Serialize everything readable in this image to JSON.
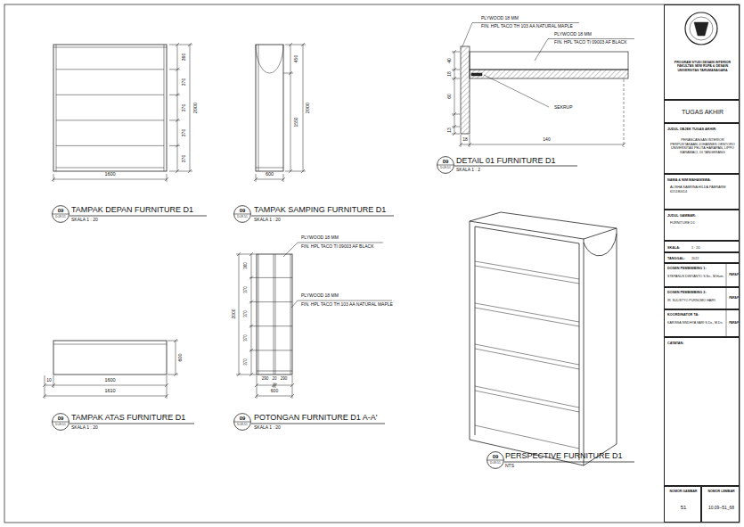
{
  "diagram": {
    "nodes": [
      {
        "text": [
          "09",
          "D.09-51"
        ]
      },
      {
        "text": [
          "09",
          "D.09-51"
        ]
      },
      {
        "text": [
          "09",
          "D.09-51"
        ]
      },
      {
        "text": [
          "09",
          "D.09-51"
        ]
      },
      {
        "text": [
          "09",
          "D.09-51"
        ]
      },
      {
        "text": [
          "09",
          "D.09-51"
        ]
      },
      {
        "text": [
          "PROGRAM STUDI DESAIN INTERIOR FAKULTAS SENI RUPA & DESAIN UNIVERSITAS TARUMANAGARA"
        ]
      },
      {
        "text": [
          "TUGAS AKHIR"
        ]
      },
      {
        "text": [
          "JUDUL OBJEK TUGAS AKHIR:",
          "PERANCANGAN INTERIOR PERPUSTAKAAN JOHANNES OENTORO UNIVERSITAS PELITA HARAPAN, LIPPO KARAWACI, DI TANGERANG"
        ]
      },
      {
        "text": [
          "NAMA & NIM MAHASISWA:",
          "ALISHA SABRINA HILDA PABRARM 615180014"
        ]
      },
      {
        "text": [
          "JUDUL GAMBAR:",
          "FURNITURE D1"
        ]
      },
      {
        "text": [
          "SKALA:",
          "1 : 20"
        ]
      },
      {
        "text": [
          "TANGGAL:",
          "2022"
        ]
      },
      {
        "text": [
          "DOSEN PEMBIMBING 1:",
          "STEPANUS DWIYANTO S.Sn., M.Hum.",
          "PARAF"
        ]
      },
      {
        "text": [
          "DOSEN PEMBIMBING 2:",
          "IR. SULISTYO PURNOMO HAIRI",
          "PARAF"
        ]
      },
      {
        "text": [
          "KOORDINATOR TA:",
          "KARISSA SINDHYA SARI S.Ds., M.Ds.",
          "PARAF"
        ]
      },
      {
        "text": [
          "CATATAN:"
        ]
      },
      {
        "text": [
          "NOMOR GAMBAR",
          "51"
        ]
      },
      {
        "text": [
          "NOMOR LEMBAR",
          "10.09–51_68"
        ]
      }
    ],
    "labels": [
      "360",
      "370",
      "370",
      "370",
      "370",
      "2000",
      "1600",
      "TAMPAK DEPAN FURNITURE D1",
      "SKALA 1 : 20",
      "450",
      "1550",
      "2000",
      "600",
      "TAMPAK SAMPING FURNITURE D1",
      "SKALA 1 : 20",
      "PLYWOOD 18 MM",
      "FIN. HPL TACO TH 103 AA NATURAL MAPLE",
      "PLYWOOD 18 MM",
      "FIN. HPL TACO TI 09003 AF BLACK",
      "SEKRUP",
      "40",
      "18",
      "60",
      "13",
      "18",
      "140",
      "DETAIL 01 FURNITURE D1",
      "SKALA 1 : 2",
      "10",
      "1600",
      "1610",
      "600",
      "TAMPAK ATAS FURNITURE D1",
      "SKALA 1 : 20",
      "360",
      "370",
      "370",
      "370",
      "370",
      "2000",
      "290",
      "20",
      "290",
      "600",
      "PLYWOOD 18 MM",
      "FIN. HPL TACO TI 09003 AF BLACK",
      "PLYWOOD 18 MM",
      "FIN. HPL TACO TH 103 AA NATURAL MAPLE",
      "POTONGAN FURNITURE D1 A-A'",
      "SKALA 1 : 20",
      "PERSPECTIVE FURNITURE D1",
      "NTS"
    ]
  }
}
